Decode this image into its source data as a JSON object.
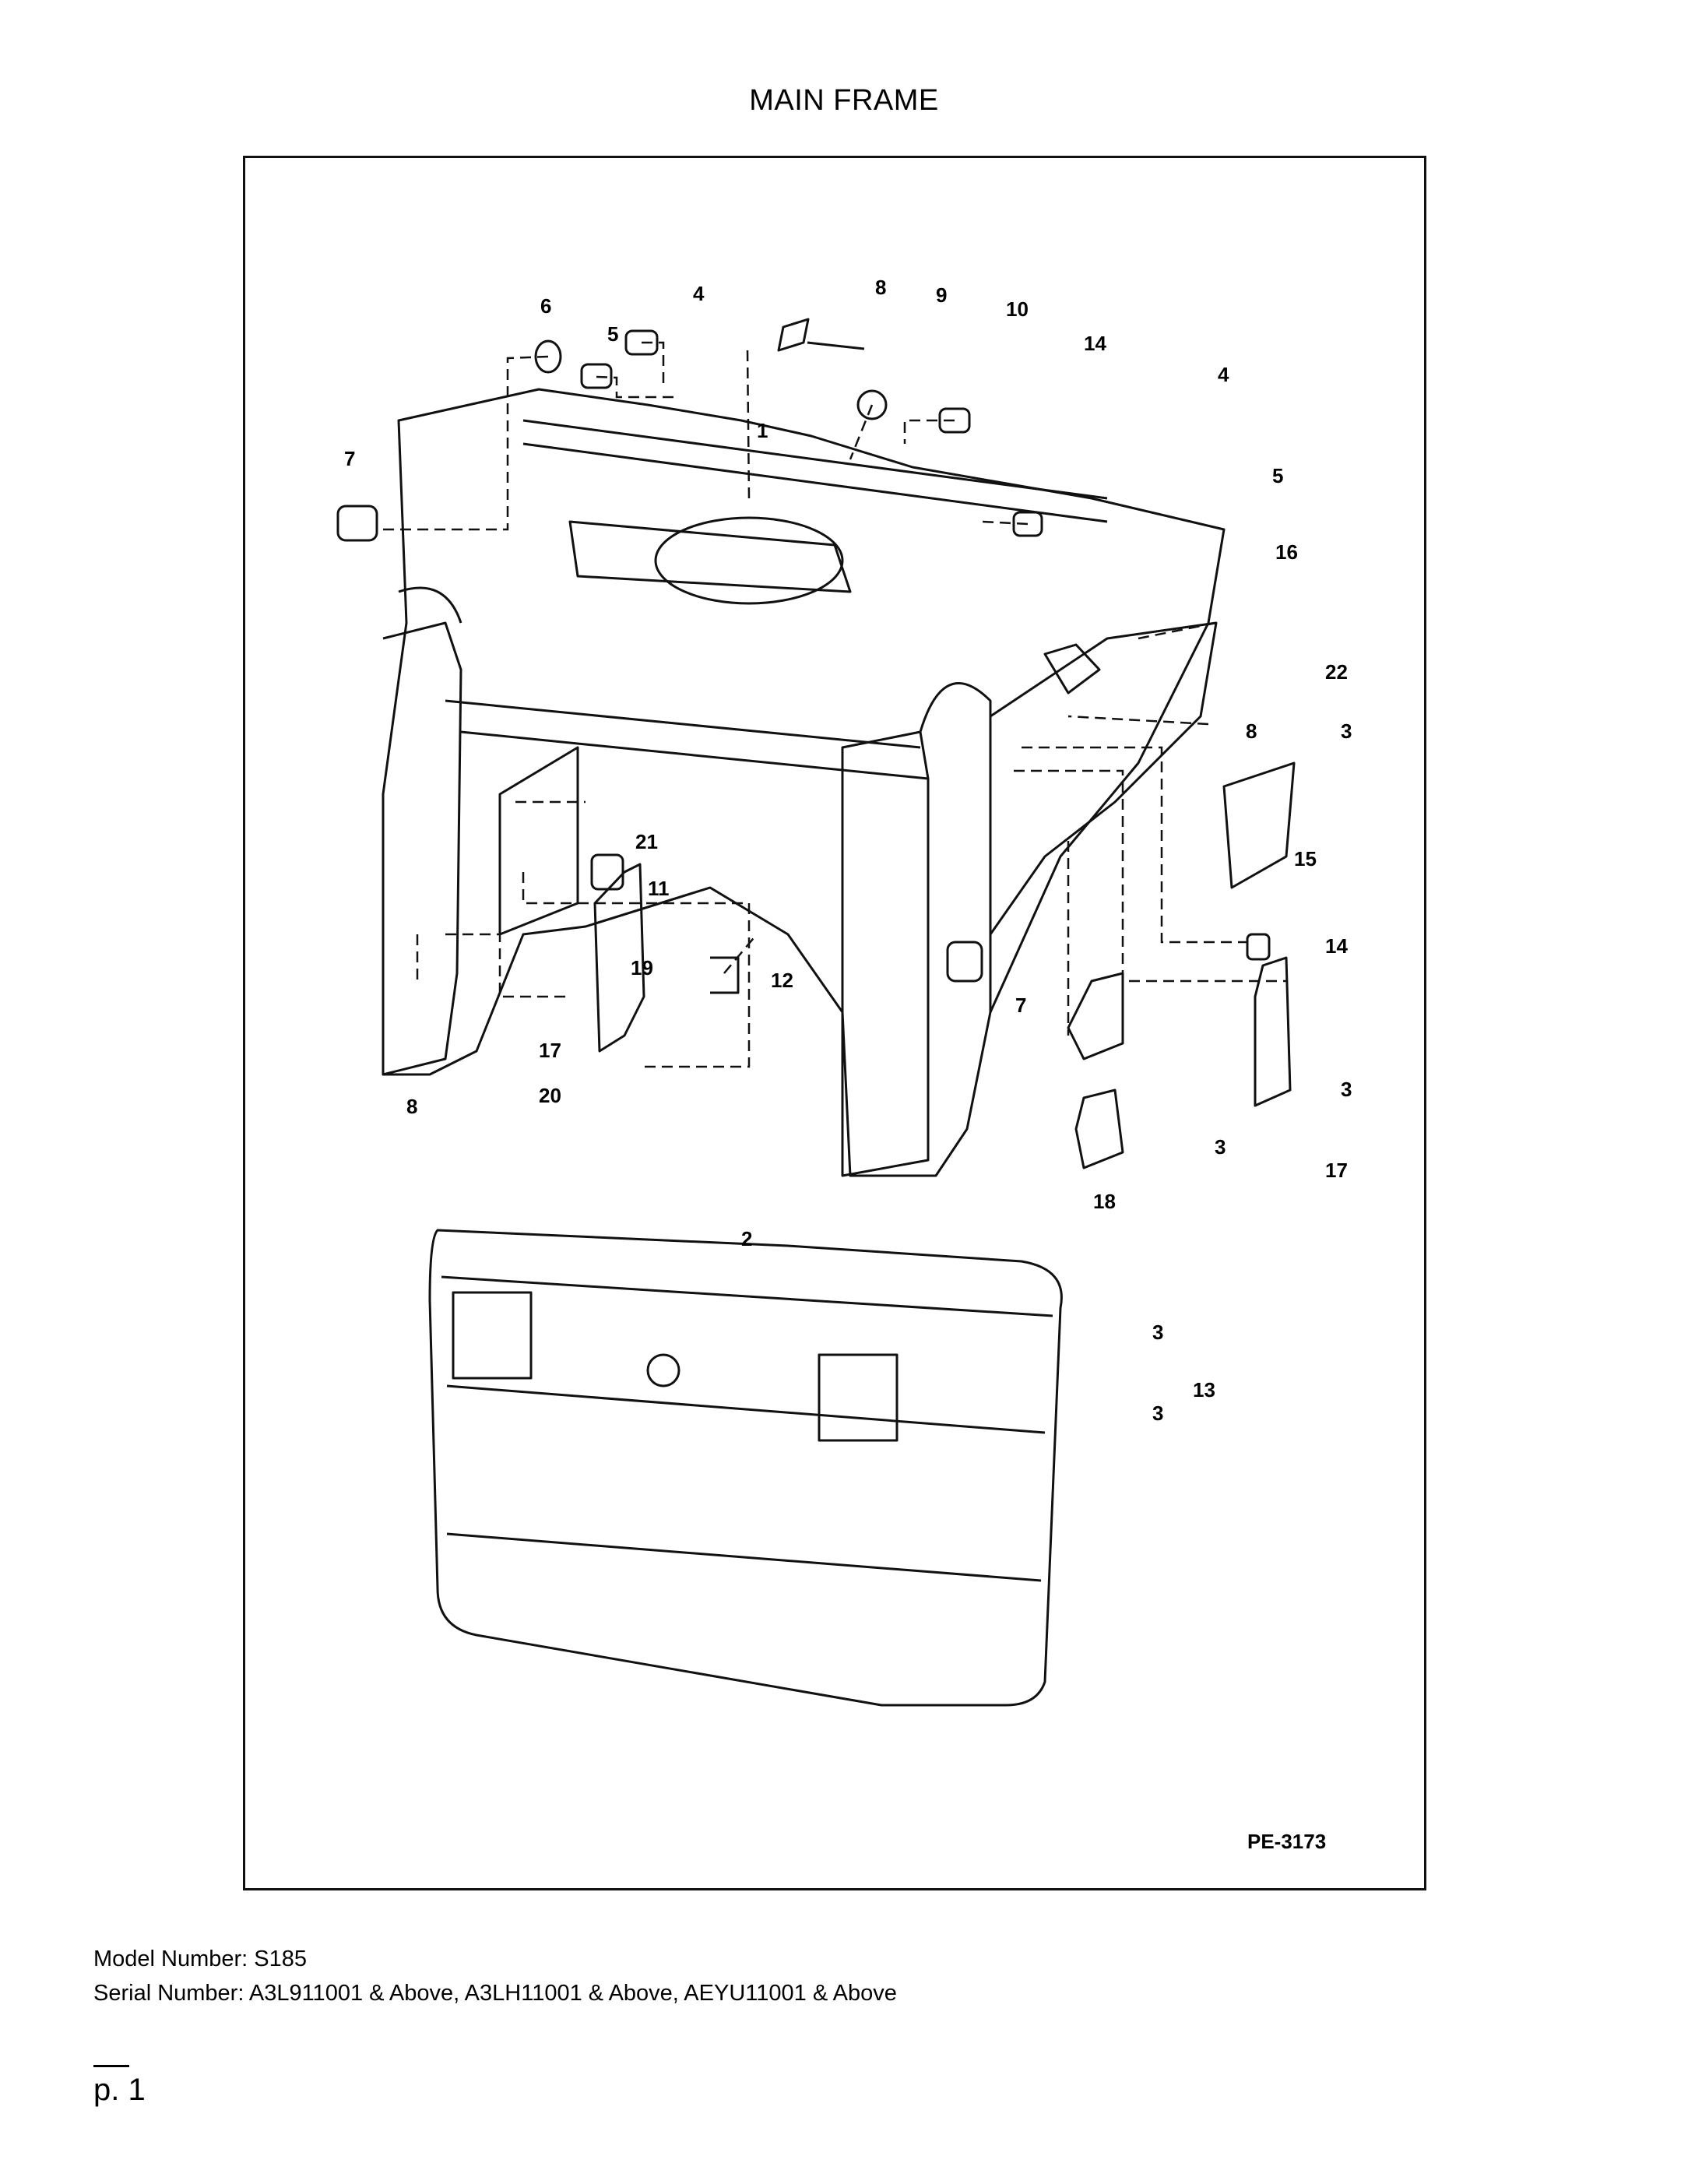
{
  "page_title": "MAIN FRAME",
  "drawing_code": "PE-3173",
  "callouts": [
    "1",
    "2",
    "3",
    "3",
    "3",
    "3",
    "3",
    "4",
    "4",
    "5",
    "5",
    "6",
    "7",
    "7",
    "8",
    "8",
    "8",
    "9",
    "10",
    "11",
    "12",
    "13",
    "14",
    "14",
    "15",
    "16",
    "17",
    "17",
    "18",
    "19",
    "20",
    "21",
    "22"
  ],
  "model_number": "Model Number: S185",
  "serial_number": "Serial Number: A3L911001 & Above, A3LH11001 & Above, AEYU11001 & Above",
  "page_number": "p. 1"
}
